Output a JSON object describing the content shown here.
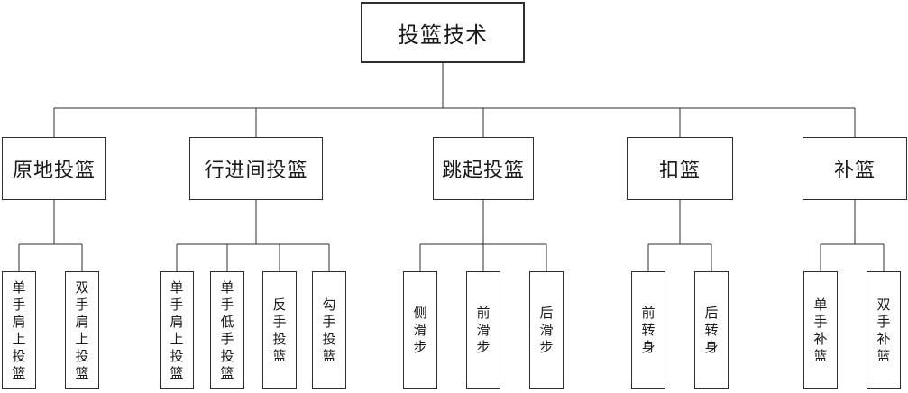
{
  "diagram": {
    "title": "投篮技术",
    "root": {
      "label": "投篮技术"
    },
    "branches": [
      {
        "label": "原地投篮",
        "children": [
          "单手肩上投篮",
          "双手肩上投篮"
        ]
      },
      {
        "label": "行进间投篮",
        "children": [
          "单手肩上投篮",
          "单手低手投篮",
          "反手投篮",
          "勾手投篮"
        ]
      },
      {
        "label": "跳起投篮",
        "children": [
          "侧滑步",
          "前滑步",
          "后滑步"
        ]
      },
      {
        "label": "扣篮",
        "children": [
          "前转身",
          "后转身"
        ]
      },
      {
        "label": "补篮",
        "children": [
          "单手补篮",
          "双手补篮"
        ]
      }
    ],
    "colors": {
      "background": "#ffffff",
      "line": "#2e2e2e",
      "box_border": "#2e2e2e",
      "text": "#1a1a1a"
    }
  }
}
